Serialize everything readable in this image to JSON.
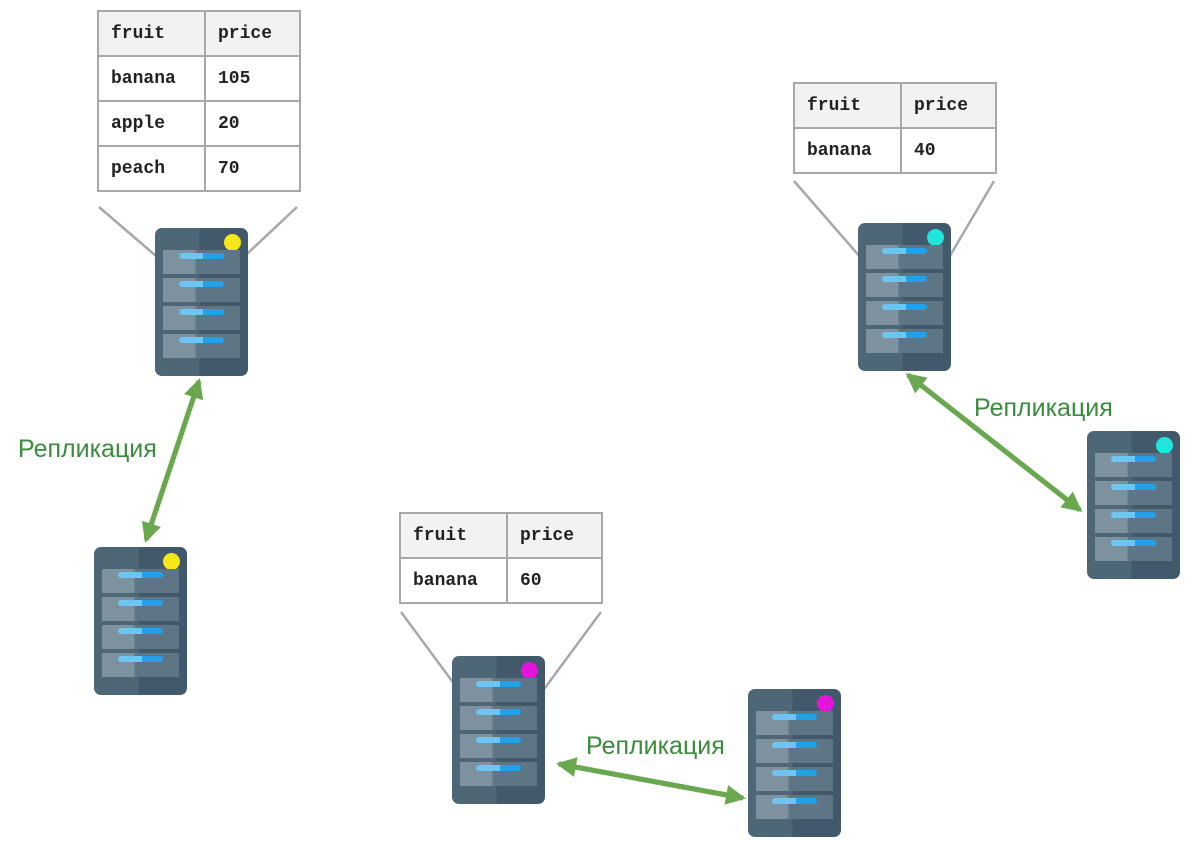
{
  "replication_label": "Репликация",
  "colors": {
    "arrow_green": "#6aa84f",
    "label_green": "#3a8b3c",
    "table_border": "#a8a8a8",
    "table_header_bg": "#f2f2f2",
    "server_body": "#41596a",
    "dot_yellow": "#f6e718",
    "dot_cyan": "#20e5db",
    "dot_magenta": "#e315dd"
  },
  "tables": [
    {
      "name": "yellow-cluster-table",
      "columns": [
        "fruit",
        "price"
      ],
      "rows": [
        [
          "banana",
          "105"
        ],
        [
          "apple",
          "20"
        ],
        [
          "peach",
          "70"
        ]
      ]
    },
    {
      "name": "cyan-cluster-table",
      "columns": [
        "fruit",
        "price"
      ],
      "rows": [
        [
          "banana",
          "40"
        ]
      ]
    },
    {
      "name": "magenta-cluster-table",
      "columns": [
        "fruit",
        "price"
      ],
      "rows": [
        [
          "banana",
          "60"
        ]
      ]
    }
  ],
  "servers": [
    {
      "name": "yellow-primary",
      "dot_color": "#f6e718"
    },
    {
      "name": "yellow-replica",
      "dot_color": "#f6e718"
    },
    {
      "name": "cyan-primary",
      "dot_color": "#20e5db"
    },
    {
      "name": "cyan-replica",
      "dot_color": "#20e5db"
    },
    {
      "name": "magenta-primary",
      "dot_color": "#e315dd"
    },
    {
      "name": "magenta-replica",
      "dot_color": "#e315dd"
    }
  ]
}
